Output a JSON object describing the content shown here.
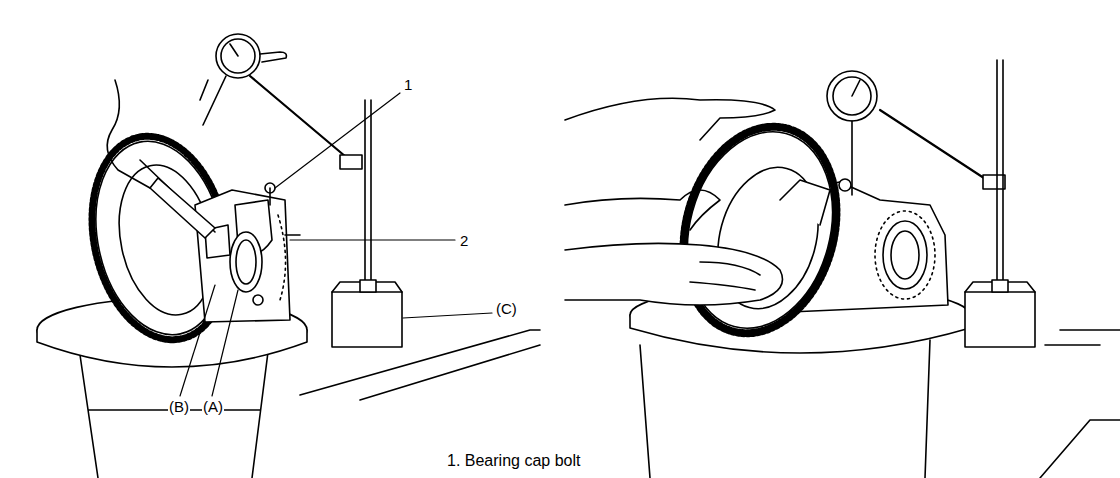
{
  "diagram": {
    "labels": [
      "1",
      "2",
      "(C)",
      "(B)",
      "(A)",
      "1. Bearing cap bolt"
    ]
  }
}
